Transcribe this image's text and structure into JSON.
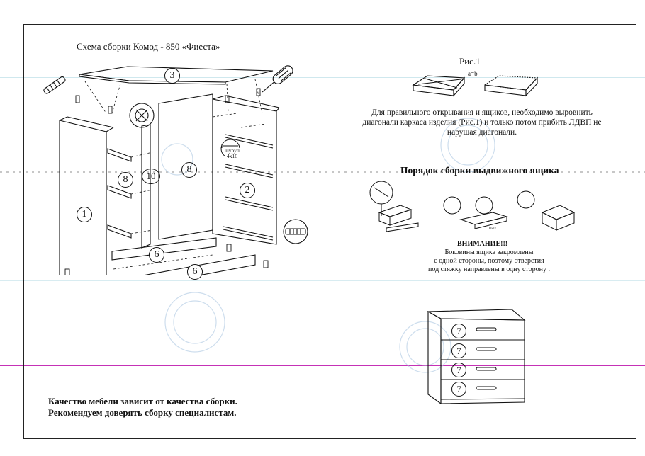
{
  "title": "Схема сборки Комод - 850 «Фиеста»",
  "figure_label": "Рис.1",
  "diag_equation": "a=b",
  "diagonal_note": "Для правильного открывания и ящиков, необходимо выровнить диагонали каркаса изделия (Рис.1) и только потом прибить ЛДВП не нарушая диагонали.",
  "drawer_section_title": "Порядок сборки выдвижного ящика",
  "warning": {
    "title": "ВНИМАНИЕ!!!",
    "lines": [
      "Боковины ящика закромлены",
      "с одной стороны, поэтому отверстия",
      "под стяжку направлены в одну сторону ."
    ]
  },
  "groove_label": "паз",
  "screw_label": [
    "шуруп",
    "4х16"
  ],
  "footer": {
    "line1": "Качество мебели зависит от качества сборки.",
    "line2": "Рекомендуем доверять сборку специалистам."
  },
  "part_numbers": {
    "top": "3",
    "side_left": "1",
    "shelf_left": "8",
    "partition": "10",
    "back_panel": "8",
    "shelf_right": "2",
    "plinth_upper": "6",
    "plinth_lower": "6",
    "drawer_front_1": "7",
    "drawer_front_2": "7",
    "drawer_front_3": "7",
    "drawer_front_4": "7"
  },
  "colors": {
    "scan_line_pink": "#d98fd0",
    "scan_line_magenta": "#c531b6",
    "scan_line_cyan": "#b8e0e8",
    "stamp_blue": "#b9d0e6"
  }
}
